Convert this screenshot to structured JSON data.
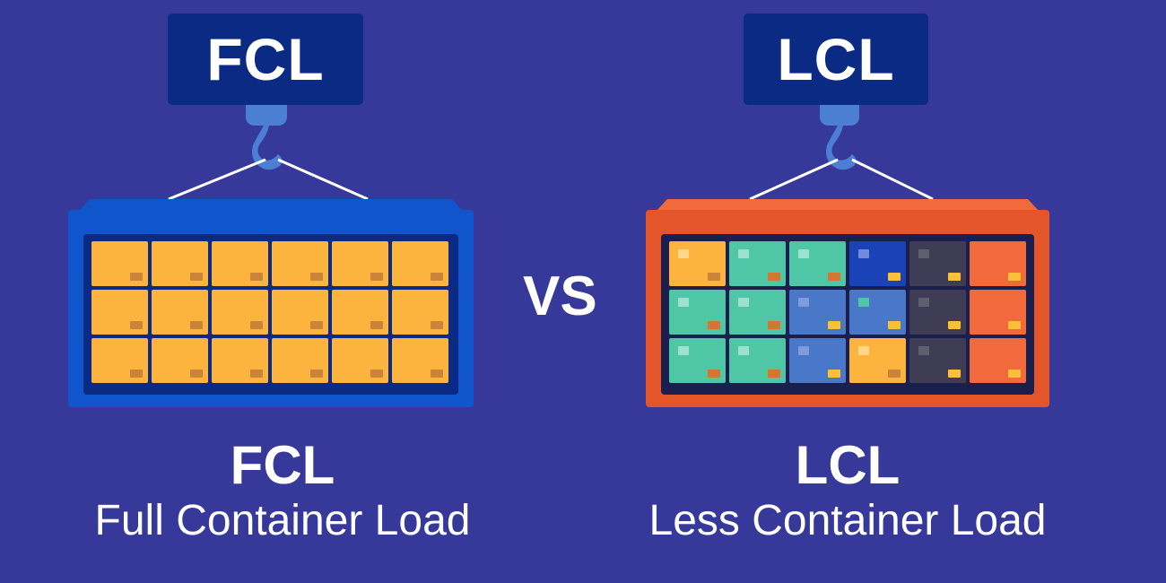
{
  "fcl": {
    "badge": "FCL",
    "title": "FCL",
    "subtitle": "Full Container Load",
    "container_color": "#1155cc",
    "container_inner": "#0b2a84",
    "boxes": [
      [
        "#fdb43e",
        "#fdb43e",
        "#fdb43e",
        "#fdb43e",
        "#fdb43e",
        "#fdb43e"
      ],
      [
        "#fdb43e",
        "#fdb43e",
        "#fdb43e",
        "#fdb43e",
        "#fdb43e",
        "#fdb43e"
      ],
      [
        "#fdb43e",
        "#fdb43e",
        "#fdb43e",
        "#fdb43e",
        "#fdb43e",
        "#fdb43e"
      ]
    ]
  },
  "vs": "VS",
  "lcl": {
    "badge": "LCL",
    "title": "LCL",
    "subtitle": "Less Container Load",
    "container_color": "#e4552a",
    "container_inner": "#1a1f4e",
    "boxes": [
      [
        "#fdb43e",
        "#4fc7a7",
        "#4fc7a7",
        "#1b43b8",
        "#3f3d55",
        "#f06a3c"
      ],
      [
        "#4fc7a7",
        "#4fc7a7",
        "#4a78c8",
        "#4a78c8",
        "#3f3d55",
        "#f06a3c"
      ],
      [
        "#4fc7a7",
        "#4fc7a7",
        "#4a78c8",
        "#fdb43e",
        "#3f3d55",
        "#f06a3c"
      ]
    ]
  },
  "colors": {
    "background": "#36399a",
    "badge": "#0b2a84",
    "hook": "#4a7fd4",
    "sling": "#ffffff"
  }
}
